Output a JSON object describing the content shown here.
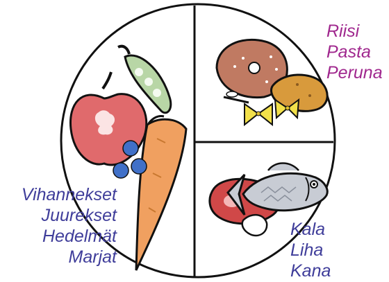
{
  "sections": {
    "vegetables": {
      "lines": [
        "Vihannekset",
        "Juurekset",
        "Hedelmät",
        "Marjat"
      ],
      "color": "#3f3d9a"
    },
    "carbohydrates": {
      "lines": [
        "Riisi",
        "Pasta",
        "Peruna"
      ],
      "color": "#a0288e"
    },
    "protein": {
      "lines": [
        "Kala",
        "Liha",
        "Kana"
      ],
      "color": "#3f3d9a"
    }
  },
  "colors": {
    "outline": "#111111",
    "apple": "#e06a6c",
    "carrot": "#f0a060",
    "peas": "#b8d6a6",
    "berries": "#4070c8",
    "bread": "#c07a62",
    "potato": "#d89a3c",
    "pasta": "#f2e04a",
    "meat": "#d04848",
    "fish": "#c8ccd4"
  },
  "icons": [
    "plate-outline",
    "apple-icon",
    "carrot-icon",
    "pea-pod-icon",
    "blueberries-icon",
    "bread-roll-icon",
    "potato-icon",
    "bowtie-pasta-icon",
    "fish-icon",
    "meat-steak-icon"
  ]
}
